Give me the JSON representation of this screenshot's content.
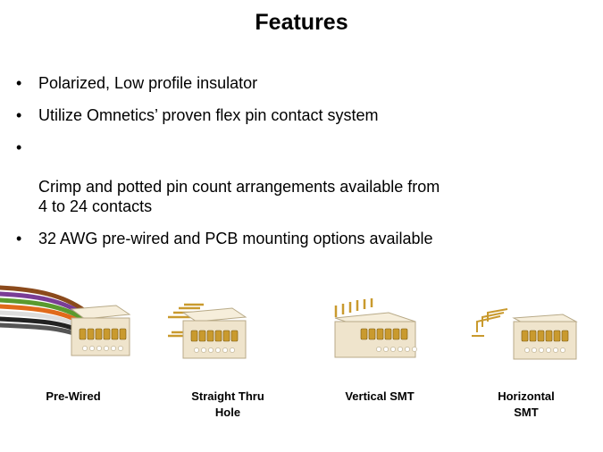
{
  "slide": {
    "title": "Features"
  },
  "bullets": [
    {
      "marker": "•",
      "text": "Polarized,  Low profile insulator"
    },
    {
      "marker": "•",
      "text": "Utilize Omnetics’ proven flex pin contact system"
    },
    {
      "marker": "•",
      "text": "Crimp and potted pin count arrangements  available from\n4 to 24 contacts"
    },
    {
      "marker": "•",
      "text": "32 AWG pre-wired and PCB mounting  options available"
    }
  ],
  "products": [
    {
      "caption_line1": "Pre-Wired",
      "caption_line2": "",
      "icon": "pre-wired-connector-image"
    },
    {
      "caption_line1": "Straight Thru",
      "caption_line2": "Hole",
      "icon": "straight-thru-hole-connector-image"
    },
    {
      "caption_line1": "Vertical SMT",
      "caption_line2": "",
      "icon": "vertical-smt-connector-image"
    },
    {
      "caption_line1": "Horizontal",
      "caption_line2": "SMT",
      "icon": "horizontal-smt-connector-image"
    }
  ],
  "colors": {
    "insulator": "#efe4cc",
    "contact_gold": "#c99a2e",
    "wire_colors": [
      "#8b4a1c",
      "#7a3d96",
      "#e06a1b",
      "#ffffff",
      "#222222"
    ]
  }
}
